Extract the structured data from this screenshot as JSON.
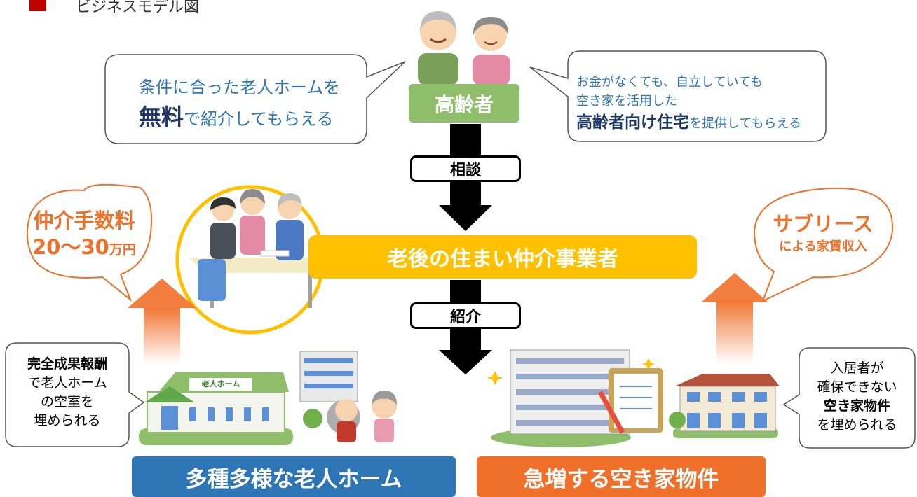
{
  "header": {
    "title": "ビジネスモデル図"
  },
  "elder": {
    "label": "高齢者"
  },
  "left_callout": {
    "line1": "条件に合った老人ホームを",
    "bold": "無料",
    "line2_rest": "で紹介してもらえる"
  },
  "right_callout": {
    "line1": "お金がなくても、自立していても",
    "line2": "空き家を活用した",
    "bold": "高齢者向け住宅",
    "line3_rest": "を提供してもらえる"
  },
  "flow": {
    "consult": "相談",
    "introduce": "紹介"
  },
  "broker": {
    "label": "老後の住まい仲介事業者"
  },
  "fee_bubble": {
    "line1": "仲介手数料",
    "line2_num": "20～30",
    "line2_unit": "万円"
  },
  "revenue_bubble": {
    "line1": "サブリース",
    "line2": "による家賃収入"
  },
  "homes_note": {
    "bold": "完全成果報酬",
    "line1_rest": "",
    "line2": "で老人ホーム",
    "line3": "の空室を",
    "line4": "埋められる"
  },
  "vacant_note": {
    "line1": "入居者が",
    "line2": "確保できない",
    "bold": "空き家物件",
    "line4": "を埋められる"
  },
  "homes": {
    "label": "多種多様な老人ホーム",
    "sign": "老人ホーム"
  },
  "vacant": {
    "label": "急増する空き家物件"
  },
  "colors": {
    "green": "#8fbe6b",
    "yellow": "#ffc000",
    "blue": "#2e75b6",
    "orange": "#f07029",
    "dark_text": "#1f3864",
    "mark_red": "#c00000"
  }
}
